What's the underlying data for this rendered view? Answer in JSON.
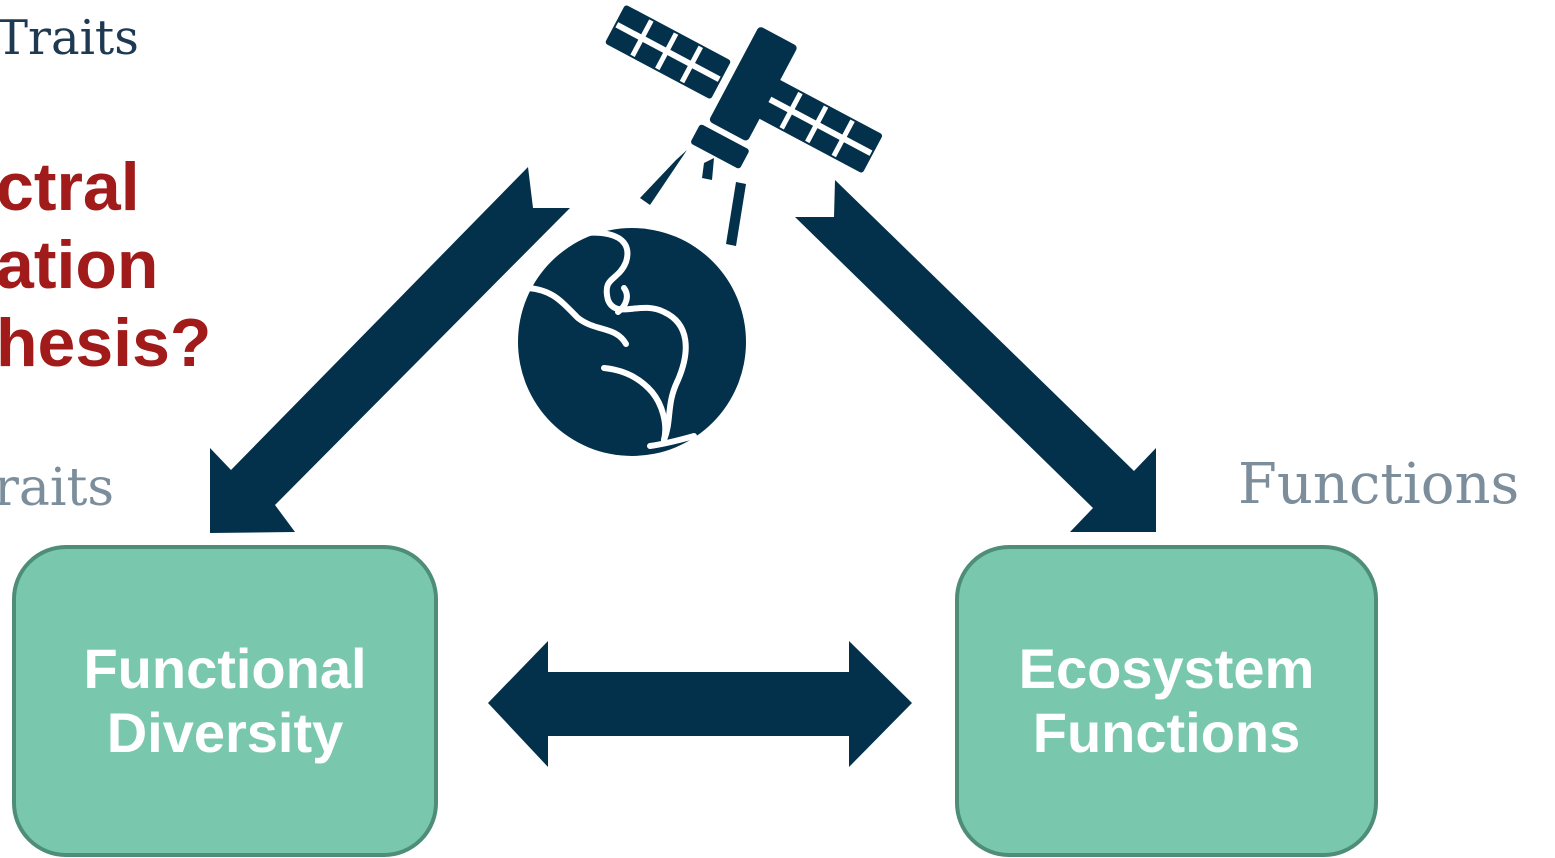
{
  "labels": {
    "top_traits": "Traits",
    "question_line_1": "ctral",
    "question_line_2": "ation",
    "question_line_3": "hesis?",
    "left_traits": "raits",
    "right_functions": "Functions"
  },
  "boxes": {
    "left": {
      "line_1": "Functional",
      "line_2": "Diversity"
    },
    "right": {
      "line_1": "Ecosystem",
      "line_2": "Functions"
    }
  },
  "icons": {
    "satellite": "satellite-icon",
    "earth": "earth-globe-icon"
  },
  "colors": {
    "arrow": "#03304a",
    "box_fill": "#79c8ae",
    "question_text": "#a11b1b"
  }
}
